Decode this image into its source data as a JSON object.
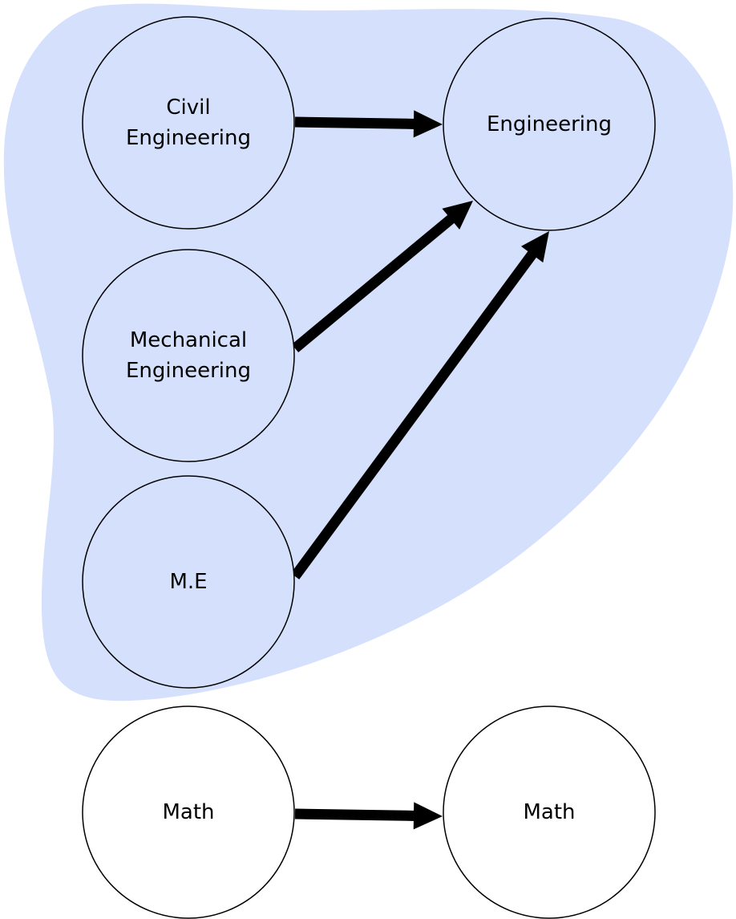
{
  "colors": {
    "cluster_fill": "#d4e0fc",
    "in_cluster_node_fill": "#d4e0fc",
    "outside_node_fill": "#ffffff",
    "stroke": "#000000"
  },
  "nodes": [
    {
      "id": "civil_engineering",
      "lines": [
        "Civil",
        "Engineering"
      ],
      "in_cluster": true
    },
    {
      "id": "mechanical_engineering",
      "lines": [
        "Mechanical",
        "Engineering"
      ],
      "in_cluster": true
    },
    {
      "id": "me",
      "lines": [
        "M.E"
      ],
      "in_cluster": true
    },
    {
      "id": "engineering",
      "lines": [
        "Engineering"
      ],
      "in_cluster": true
    },
    {
      "id": "math_left",
      "lines": [
        "Math"
      ],
      "in_cluster": false
    },
    {
      "id": "math_right",
      "lines": [
        "Math"
      ],
      "in_cluster": false
    }
  ],
  "edges": [
    {
      "from": "civil_engineering",
      "to": "engineering"
    },
    {
      "from": "mechanical_engineering",
      "to": "engineering"
    },
    {
      "from": "me",
      "to": "engineering"
    },
    {
      "from": "math_left",
      "to": "math_right"
    }
  ]
}
